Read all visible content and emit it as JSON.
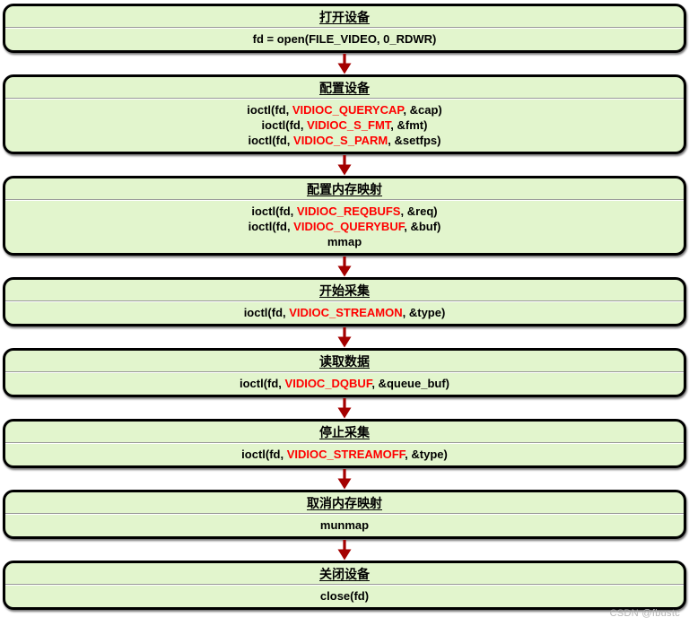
{
  "watermark": "CSDN @fbustc",
  "colors": {
    "block_bg": "#e2f5cd",
    "block_border": "#000000",
    "highlight_red": "#ff0000",
    "arrow_red": "#a40000",
    "divider_gray": "#999999",
    "watermark_gray": "#b5b5b5"
  },
  "flow": {
    "steps": [
      {
        "id": "open-device",
        "title": "打开设备",
        "lines": [
          [
            {
              "text": "fd = open(FILE_VIDEO, 0_RDWR)",
              "highlight": false
            }
          ]
        ]
      },
      {
        "id": "configure-device",
        "title": "配置设备",
        "lines": [
          [
            {
              "text": "ioctl(fd, ",
              "highlight": false
            },
            {
              "text": "VIDIOC_QUERYCAP",
              "highlight": true
            },
            {
              "text": ", &cap)",
              "highlight": false
            }
          ],
          [
            {
              "text": "ioctl(fd, ",
              "highlight": false
            },
            {
              "text": "VIDIOC_S_FMT",
              "highlight": true
            },
            {
              "text": ", &fmt)",
              "highlight": false
            }
          ],
          [
            {
              "text": "ioctl(fd, ",
              "highlight": false
            },
            {
              "text": "VIDIOC_S_PARM",
              "highlight": true
            },
            {
              "text": ", &setfps)",
              "highlight": false
            }
          ]
        ]
      },
      {
        "id": "configure-memory-mapping",
        "title": "配置内存映射",
        "lines": [
          [
            {
              "text": "ioctl(fd, ",
              "highlight": false
            },
            {
              "text": "VIDIOC_REQBUFS",
              "highlight": true
            },
            {
              "text": ", &req)",
              "highlight": false
            }
          ],
          [
            {
              "text": "ioctl(fd, ",
              "highlight": false
            },
            {
              "text": "VIDIOC_QUERYBUF",
              "highlight": true
            },
            {
              "text": ", &buf)",
              "highlight": false
            }
          ],
          [
            {
              "text": "mmap",
              "highlight": false
            }
          ]
        ]
      },
      {
        "id": "start-capture",
        "title": "开始采集",
        "lines": [
          [
            {
              "text": "ioctl(fd, ",
              "highlight": false
            },
            {
              "text": "VIDIOC_STREAMON",
              "highlight": true
            },
            {
              "text": ", &type)",
              "highlight": false
            }
          ]
        ]
      },
      {
        "id": "read-data",
        "title": "读取数据",
        "lines": [
          [
            {
              "text": "ioctl(fd, ",
              "highlight": false
            },
            {
              "text": "VIDIOC_DQBUF",
              "highlight": true
            },
            {
              "text": ", &queue_buf)",
              "highlight": false
            }
          ]
        ]
      },
      {
        "id": "stop-capture",
        "title": "停止采集",
        "lines": [
          [
            {
              "text": "ioctl(fd, ",
              "highlight": false
            },
            {
              "text": "VIDIOC_STREAMOFF",
              "highlight": true
            },
            {
              "text": ", &type)",
              "highlight": false
            }
          ]
        ]
      },
      {
        "id": "unmap-memory",
        "title": "取消内存映射",
        "lines": [
          [
            {
              "text": "munmap",
              "highlight": false
            }
          ]
        ]
      },
      {
        "id": "close-device",
        "title": "关闭设备",
        "lines": [
          [
            {
              "text": "close(fd)",
              "highlight": false
            }
          ]
        ]
      }
    ]
  }
}
